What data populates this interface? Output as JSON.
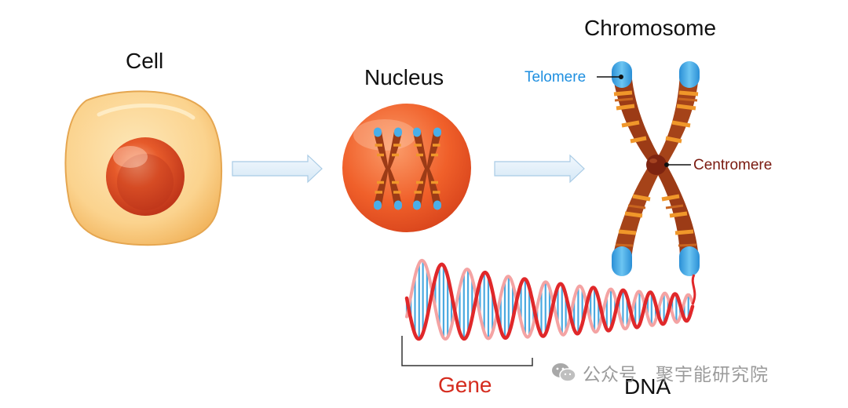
{
  "labels": {
    "cell": "Cell",
    "nucleus": "Nucleus",
    "chromosome": "Chromosome",
    "telomere": "Telomere",
    "centromere": "Centromere",
    "dna": "DNA",
    "gene": "Gene"
  },
  "watermark": {
    "icon": "wechat-icon",
    "account": "公众号",
    "org": "聚宇能研究院"
  },
  "colors": {
    "telomere_label": "#1e8fe0",
    "centromere_label": "#7a1a10",
    "gene_label": "#d52b1e",
    "chromatid_brown": "#9c3b16",
    "chromatid_band": "#f0972a",
    "telomere_blue": "#4aaee8",
    "dna_strand": "#e0282a",
    "dna_base_blue": "#4aa9e0",
    "cell_body": "#fbd79a",
    "nucleus": "#f2622a",
    "arrow": "#e3f0f9"
  }
}
